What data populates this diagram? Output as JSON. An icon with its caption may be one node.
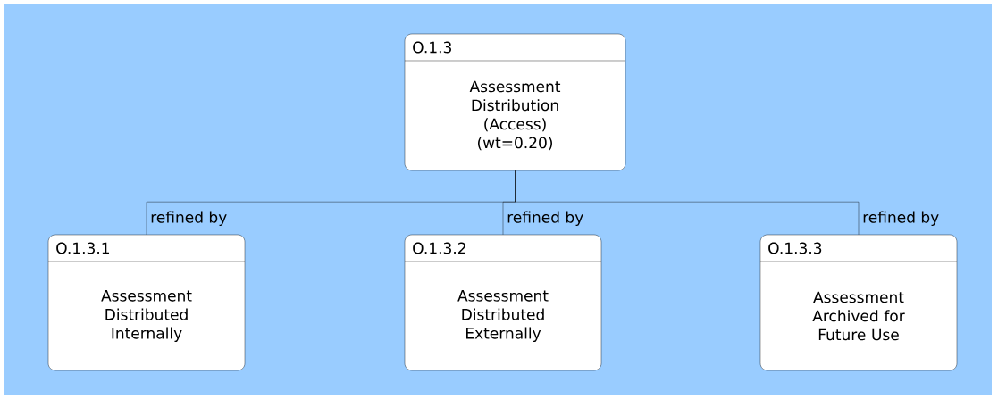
{
  "diagram": {
    "nodes": [
      {
        "text": [
          "O.1.3",
          "Assessment Distribution (Access) (wt=0.20)"
        ]
      },
      {
        "text": [
          "O.1.3.1",
          "Assessment Distributed Internally"
        ]
      },
      {
        "text": [
          "O.1.3.2",
          "Assessment Distributed Externally"
        ]
      },
      {
        "text": [
          "O.1.3.3",
          "Assessment Archived for Future Use"
        ]
      }
    ],
    "edges": [
      {
        "from": 0,
        "to": 1,
        "arrow": "none",
        "label": "refined by"
      },
      {
        "from": 0,
        "to": 2,
        "arrow": "none",
        "label": "refined by"
      },
      {
        "from": 0,
        "to": 3,
        "arrow": "none",
        "label": "refined by"
      }
    ]
  }
}
